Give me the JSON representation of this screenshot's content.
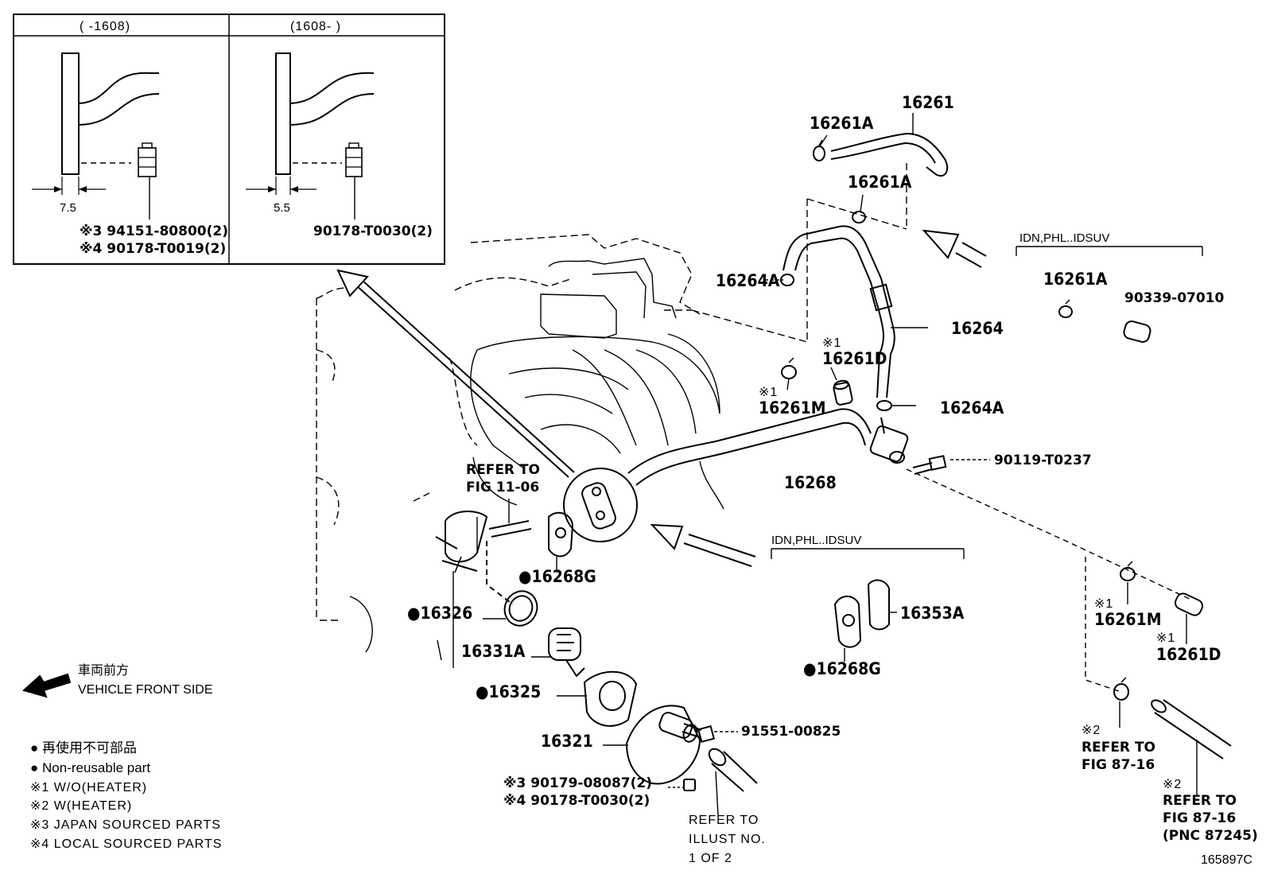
{
  "inset": {
    "left_header": "(      -1608)",
    "right_header": "(1608-      )",
    "left_dim": "7.5",
    "right_dim": "5.5",
    "left_part_a": "※3 94151-80800(2)",
    "left_part_b": "※4 90178-T0019(2)",
    "right_part": "90178-T0030(2)"
  },
  "labels": {
    "p16261": "16261",
    "p16261A_top": "16261A",
    "p16261A_mid": "16261A",
    "p16264A_left": "16264A",
    "p16264": "16264",
    "p16264A_right": "16264A",
    "mark1_a": "※1",
    "p16261D_mid": "16261D",
    "mark1_b": "※1",
    "p16261M_mid": "16261M",
    "p16268": "16268",
    "p90119": "90119-T0237",
    "refer_fig11_line1": "REFER TO",
    "refer_fig11_line2": "FIG 11-06",
    "p16268G_top": "●16268G",
    "p16326": "●16326",
    "p16331A": "16331A",
    "p16325": "●16325",
    "p16321": "16321",
    "p91551": "91551-00825",
    "p90179": "※3 90179-08087(2)",
    "p90178": "※4 90178-T0030(2)",
    "refer_illust_1": "REFER TO",
    "refer_illust_2": "ILLUST NO.",
    "refer_illust_3": "1 OF 2",
    "idn_mid": "IDN,PHL..IDSUV",
    "p16353A": "16353A",
    "p16268G_bot": "●16268G",
    "idn_top": "IDN,PHL..IDSUV",
    "p16261A_right": "16261A",
    "p90339": "90339-07010",
    "mark1_c": "※1",
    "p16261M_right": "16261M",
    "mark1_d": "※1",
    "p16261D_right": "16261D",
    "mark2_a": "※2",
    "refer_fig87_a1": "REFER TO",
    "refer_fig87_a2": "FIG 87-16",
    "mark2_b": "※2",
    "refer_fig87_b1": "REFER TO",
    "refer_fig87_b2": "FIG 87-16",
    "refer_fig87_b3": "(PNC 87245)",
    "vehicle_jp": "車両前方",
    "vehicle_en": "VEHICLE FRONT SIDE",
    "figure_id": "165897C"
  },
  "legend": {
    "jp": "●  再使用不可部品",
    "en": "●  Non-reusable part",
    "n1": "※1 W/O(HEATER)",
    "n2": "※2 W(HEATER)",
    "n3": "※3 JAPAN SOURCED PARTS",
    "n4": "※4 LOCAL SOURCED PARTS"
  }
}
